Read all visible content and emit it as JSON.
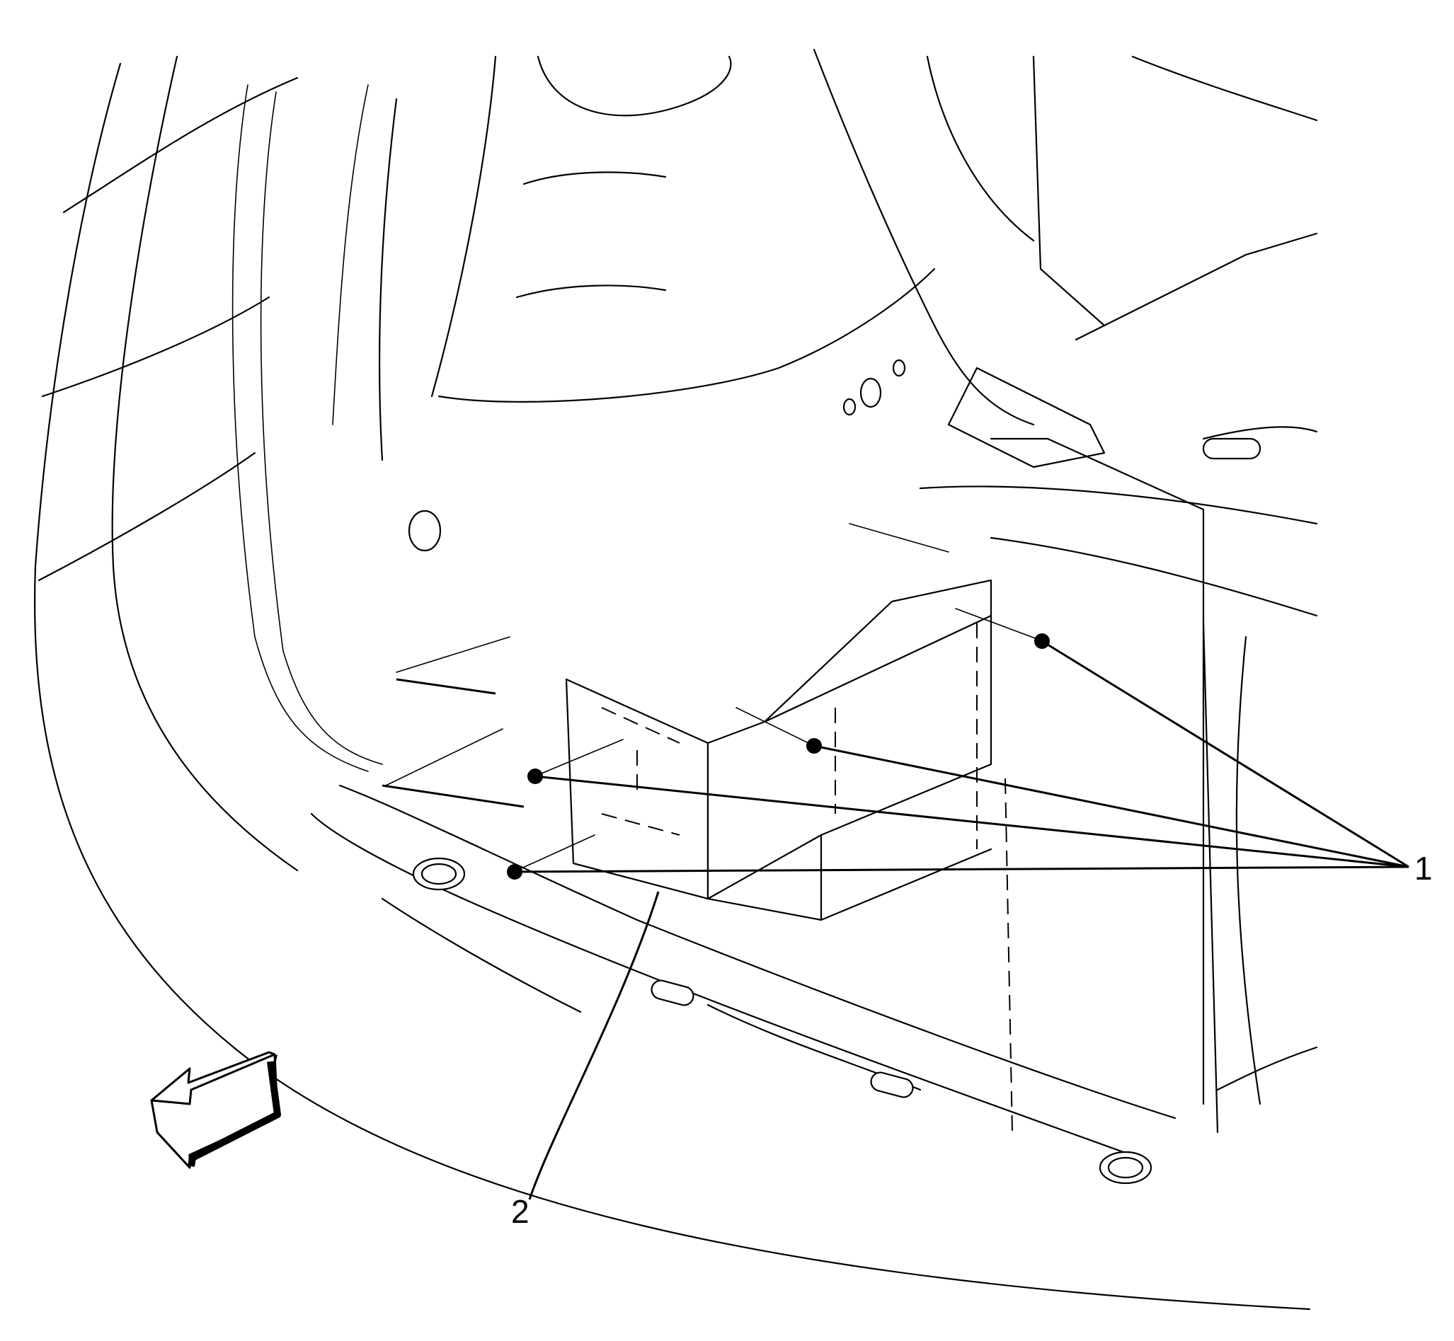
{
  "callouts": [
    {
      "id": "1",
      "label": "1"
    },
    {
      "id": "2",
      "label": "2"
    }
  ],
  "colors": {
    "line": "#000000",
    "background": "#ffffff"
  },
  "icons": {
    "direction_arrow": "front-direction-arrow-icon"
  }
}
